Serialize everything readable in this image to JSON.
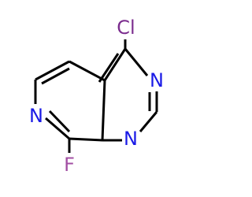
{
  "molecule": {
    "atoms": {
      "cl": {
        "label": "Cl",
        "color": "#7b2d8e"
      },
      "n_pyrimidine_top": {
        "label": "N",
        "color": "#1a1ae6"
      },
      "n_pyrimidine_bottom": {
        "label": "N",
        "color": "#1a1ae6"
      },
      "n_pyridine": {
        "label": "N",
        "color": "#1a1ae6"
      },
      "f": {
        "label": "F",
        "color": "#a24fa3"
      }
    },
    "bond_color": "#000000"
  }
}
